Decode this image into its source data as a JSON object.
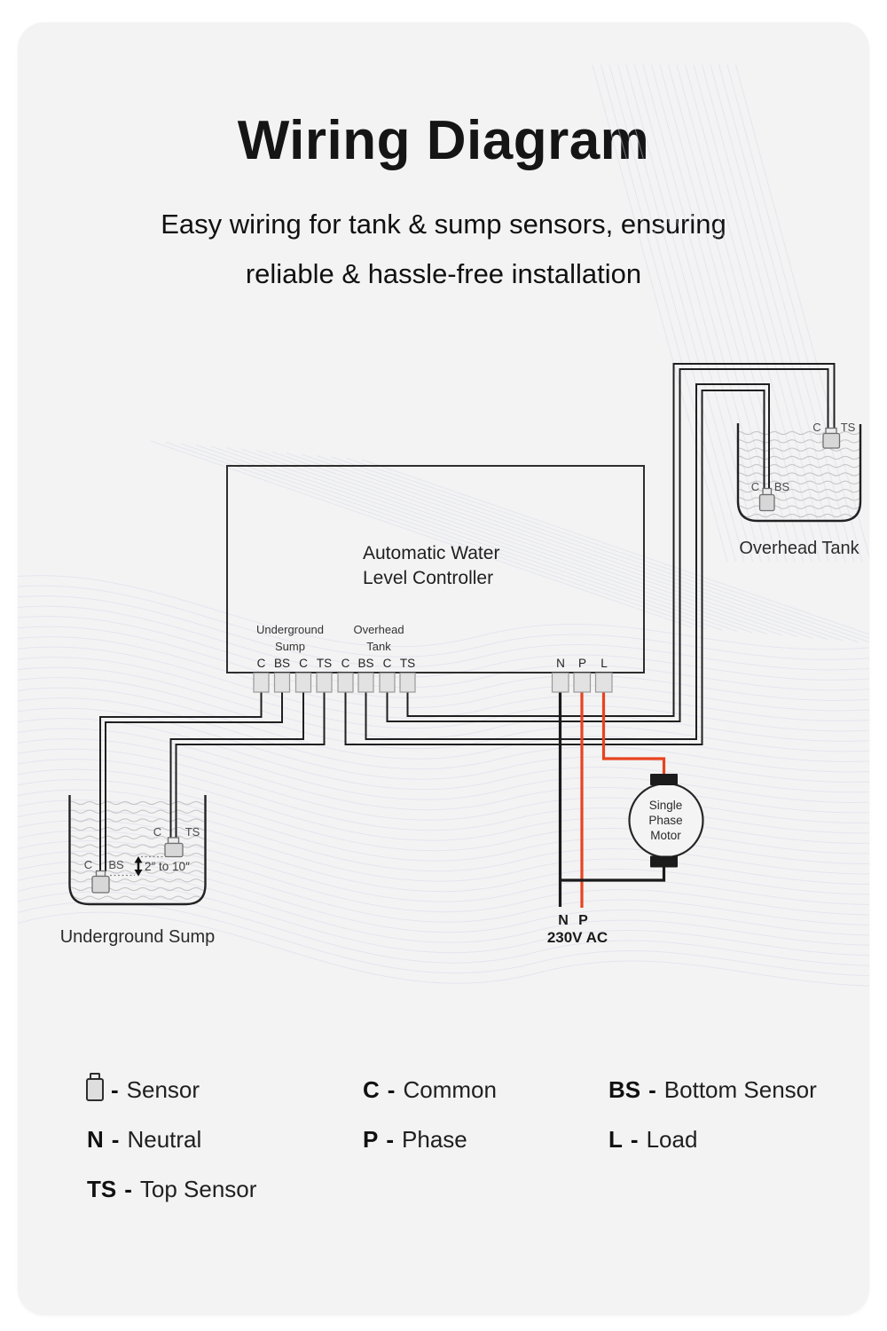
{
  "page": {
    "title": "Wiring Diagram",
    "subtitle_line1": "Easy wiring for tank & sump sensors, ensuring",
    "subtitle_line2": "reliable & hassle-free installation"
  },
  "controller": {
    "title_line1": "Automatic Water",
    "title_line2": "Level Controller",
    "sump_group": {
      "line1": "Underground",
      "line2": "Sump"
    },
    "tank_group": {
      "line1": "Overhead",
      "line2": "Tank"
    },
    "sensor_terminals": [
      "C",
      "BS",
      "C",
      "TS",
      "C",
      "BS",
      "C",
      "TS"
    ],
    "power_terminals": [
      "N",
      "P",
      "L"
    ]
  },
  "overhead_tank": {
    "label": "Overhead Tank",
    "top_sensor": {
      "common": "C",
      "sensor": "TS"
    },
    "bottom_sensor": {
      "common": "C",
      "sensor": "BS"
    }
  },
  "underground_sump": {
    "label": "Underground Sump",
    "top_sensor": {
      "common": "C",
      "sensor": "TS"
    },
    "bottom_sensor": {
      "common": "C",
      "sensor": "BS"
    },
    "distance_note": "2″ to 10″"
  },
  "motor": {
    "line1": "Single",
    "line2": "Phase",
    "line3": "Motor"
  },
  "power": {
    "neutral": "N",
    "phase": "P",
    "supply": "230V AC"
  },
  "legend": {
    "separator": "-",
    "items": [
      {
        "abbr": "",
        "label": "Sensor"
      },
      {
        "abbr": "C",
        "label": "Common"
      },
      {
        "abbr": "BS",
        "label": "Bottom Sensor"
      },
      {
        "abbr": "N",
        "label": "Neutral"
      },
      {
        "abbr": "P",
        "label": "Phase"
      },
      {
        "abbr": "L",
        "label": "Load"
      },
      {
        "abbr": "TS",
        "label": "Top Sensor"
      }
    ]
  },
  "colors": {
    "phase_wire": "#e8431e",
    "neutral_wire": "#1a1a1a",
    "sensor_wire": "#1f1f1f"
  }
}
